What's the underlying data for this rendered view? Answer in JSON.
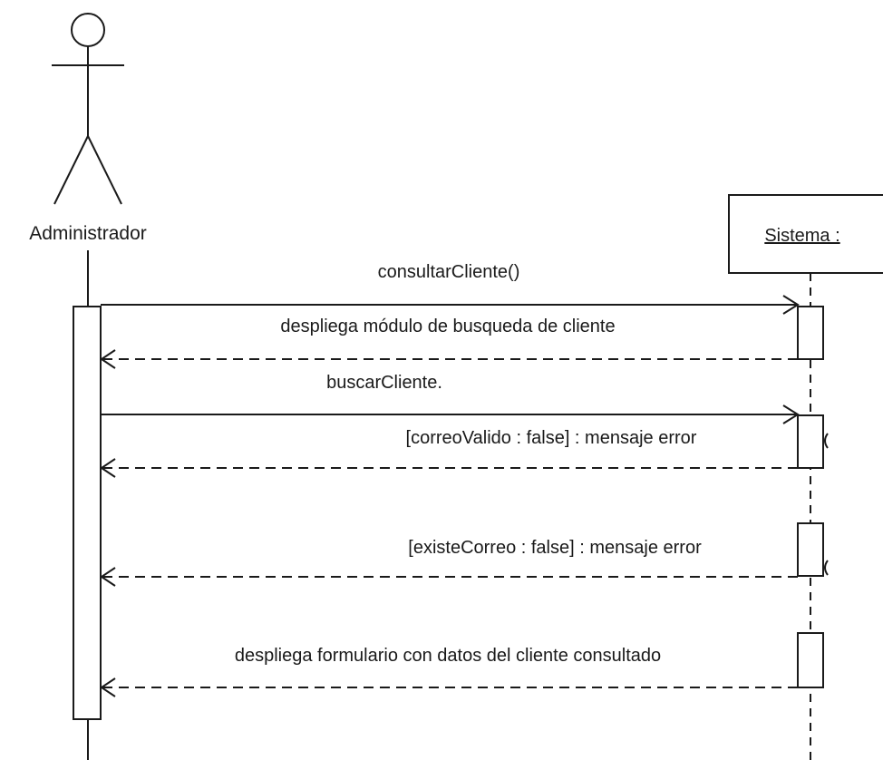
{
  "actor": {
    "name": "Administrador"
  },
  "object": {
    "name": "Sistema :"
  },
  "messages": [
    {
      "label": "consultarCliente()",
      "kind": "call"
    },
    {
      "label": "despliega módulo de busqueda de cliente",
      "kind": "return"
    },
    {
      "label": "buscarCliente.",
      "kind": "call"
    },
    {
      "label": "[correoValido : false] : mensaje error",
      "kind": "return"
    },
    {
      "label": "[existeCorreo : false] : mensaje error",
      "kind": "return"
    },
    {
      "label": "despliega formulario con datos del cliente consultado",
      "kind": "return"
    }
  ],
  "colors": {
    "line": "#1a1a1a",
    "background": "#ffffff"
  }
}
